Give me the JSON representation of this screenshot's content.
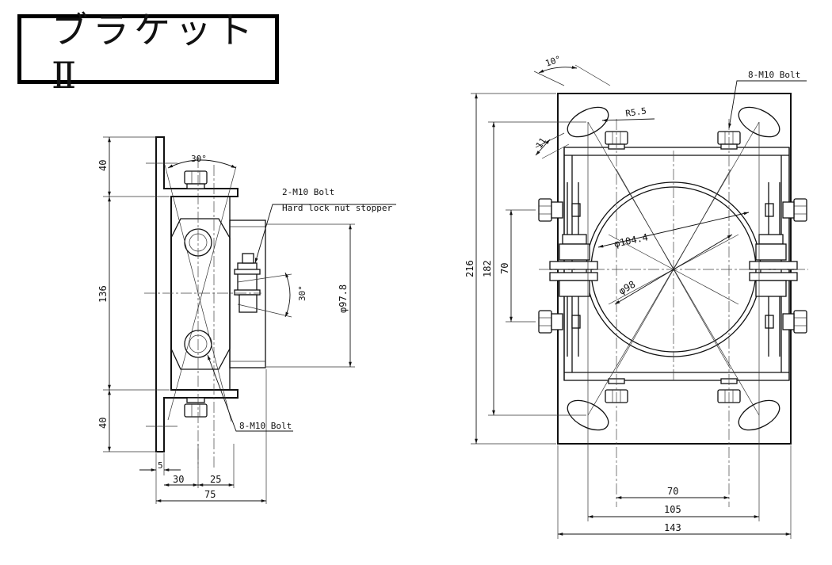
{
  "title": "ブラケットⅡ",
  "side_view": {
    "dims": {
      "top_flange": "40",
      "middle": "136",
      "bottom_flange": "40",
      "angle_top": "30°",
      "angle_side": "30°",
      "diameter": "φ97.8",
      "thickness": "5",
      "offset_30": "30",
      "offset_25": "25",
      "total_width": "75"
    },
    "notes": {
      "bolt_label": "2-M10 Bolt",
      "stopper_label": "Hard lock nut stopper",
      "bolt_label_2": "8-M10 Bolt"
    }
  },
  "front_view": {
    "dims": {
      "slot_angle": "10°",
      "radius": "R5.5",
      "slot_width": "11",
      "total_height": "216",
      "bolt_span_height": "182",
      "pipe_bolt_span": "70",
      "outer_diameter": "φ104.4",
      "inner_diameter": "φ98",
      "inner_bolt_span": "70",
      "slot_span": "105",
      "total_width": "143"
    },
    "notes": {
      "bolt_label": "8-M10 Bolt"
    }
  }
}
